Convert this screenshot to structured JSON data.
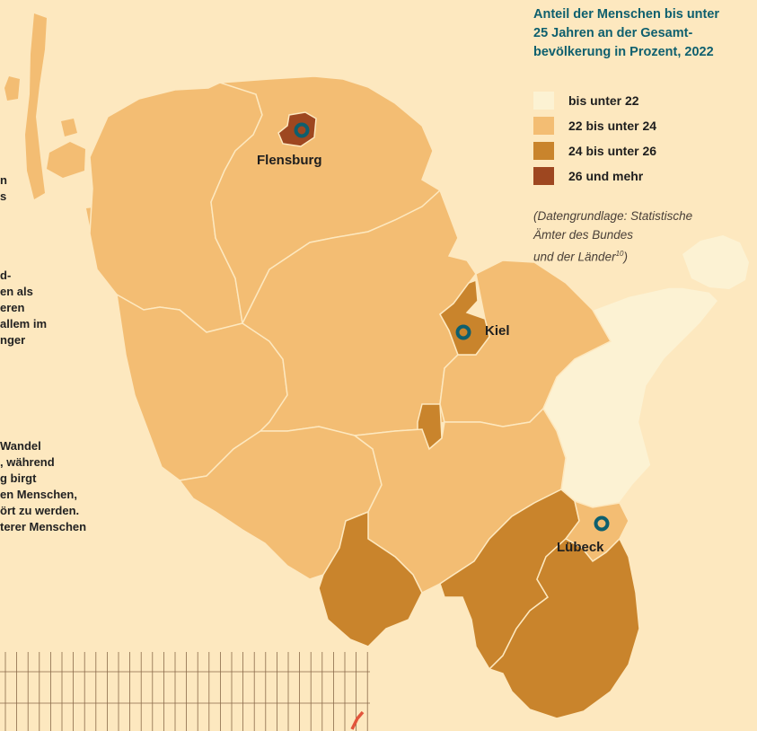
{
  "legend": {
    "title": [
      "Anteil der Menschen bis unter",
      "25 Jahren an der Gesamt-",
      "bevölkerung in Prozent, 2022"
    ],
    "items": [
      {
        "label": "bis unter 22",
        "color": "#fcf2d3"
      },
      {
        "label": "22 bis unter 24",
        "color": "#f3bd73"
      },
      {
        "label": "24 bis unter 26",
        "color": "#c9842c"
      },
      {
        "label": "26 und mehr",
        "color": "#9e4720"
      }
    ],
    "source": [
      "(Datengrundlage: Statistische",
      "Ämter des Bundes",
      "und der Länder"
    ],
    "source_ref": "10"
  },
  "cities": {
    "flensburg": "Flensburg",
    "kiel": "Kiel",
    "luebeck": "Lübeck"
  },
  "side_text": {
    "block1": [
      "n",
      "s"
    ],
    "block2": [
      "d-",
      "en als",
      "eren",
      "allem im",
      "nger"
    ],
    "block3": [
      "Wandel",
      ", während",
      "g birgt",
      "en Menschen,",
      "ört zu werden.",
      "terer Menschen"
    ]
  },
  "colors": {
    "background": "#fde8bf",
    "accent": "#0e5f6e",
    "border": "#fde8bf"
  },
  "icons": [
    "city-marker-icon"
  ]
}
